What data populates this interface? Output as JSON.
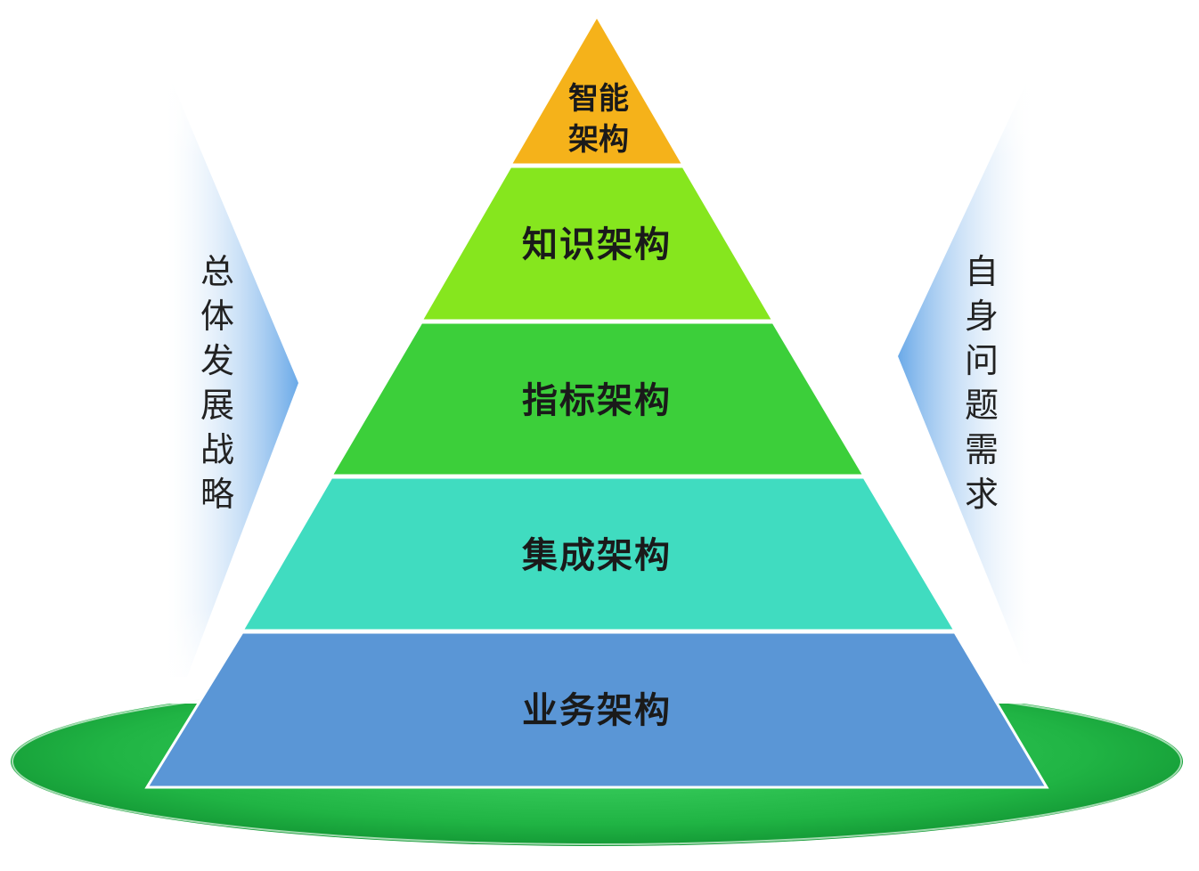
{
  "pyramid": {
    "apex": {
      "lines": [
        "智能",
        "架构"
      ],
      "color": "#f5b21a"
    },
    "layers": [
      {
        "label": "知识架构",
        "color": "#86e61e"
      },
      {
        "label": "指标架构",
        "color": "#3ccf3a"
      },
      {
        "label": "集成架构",
        "color": "#40dcc0"
      },
      {
        "label": "业务架构",
        "color": "#5a96d6"
      }
    ]
  },
  "base": {
    "color": "#22b84a"
  },
  "left_arrow": {
    "text": [
      "总",
      "体",
      "发",
      "展",
      "战",
      "略"
    ],
    "color": "#7db7ec"
  },
  "right_arrow": {
    "text": [
      "自",
      "身",
      "问",
      "题",
      "需",
      "求"
    ],
    "color": "#7db7ec"
  }
}
